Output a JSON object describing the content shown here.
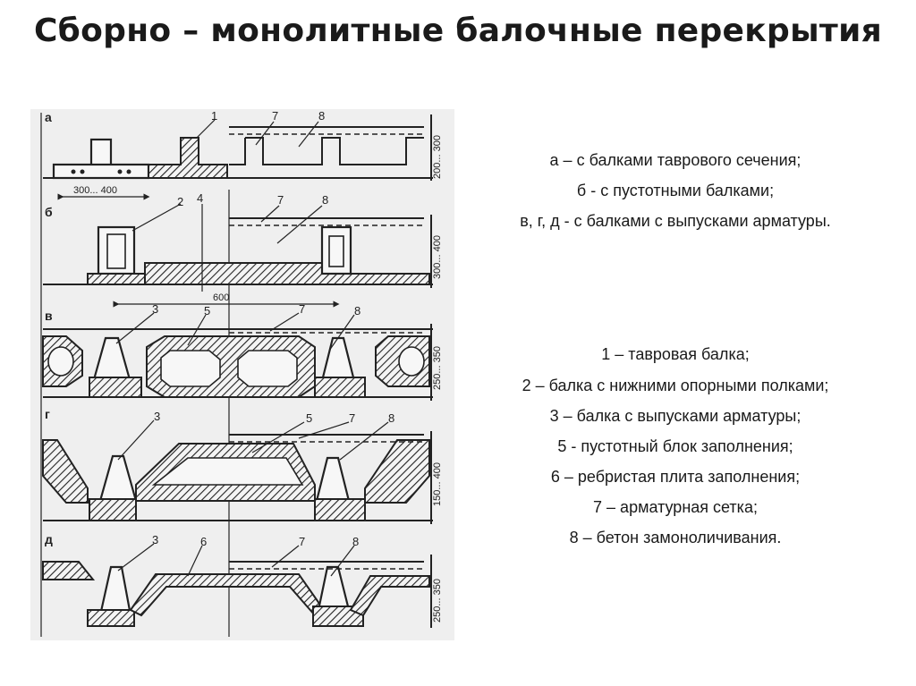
{
  "title": "Сборно – монолитные балочные перекрытия",
  "variants": [
    "а – с балками таврового сечения;",
    "б - с пустотными балками;",
    "в, г, д - с балками с выпусками арматуры."
  ],
  "components": [
    "1 – тавровая балка;",
    "2 – балка с нижними опорными полками;",
    "3 – балка с выпусками арматуры;",
    "5 - пустотный блок заполнения;",
    "6 – ребристая плита заполнения;",
    "7 – арматурная сетка;",
    "8 – бетон замоноличивания."
  ],
  "drawing": {
    "row_letters": [
      "а",
      "б",
      "в",
      "г",
      "д"
    ],
    "dims": {
      "a": "200... 300",
      "b": "300... 400",
      "c": "250... 350",
      "d": "150... 400",
      "e": "250... 350",
      "span_a": "300... 400",
      "span_b": "600"
    },
    "callouts": {
      "a1": "1",
      "a7": "7",
      "a8": "8",
      "b2": "2",
      "b4": "4",
      "b7": "7",
      "b8": "8",
      "c3": "3",
      "c5": "5",
      "c7": "7",
      "c8": "8",
      "d3": "3",
      "d5": "5",
      "d7": "7",
      "d8": "8",
      "e3": "3",
      "e6": "6",
      "e7": "7",
      "e8": "8"
    }
  }
}
